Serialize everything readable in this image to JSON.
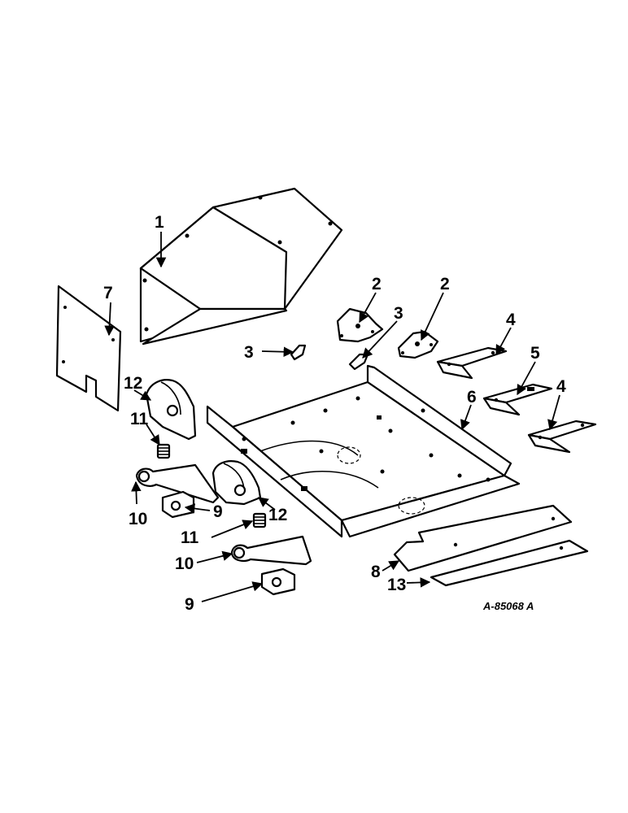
{
  "diagram": {
    "drawing_code": "A-85068 A",
    "callouts": [
      {
        "id": "c1",
        "label": "1"
      },
      {
        "id": "c2a",
        "label": "2"
      },
      {
        "id": "c2b",
        "label": "2"
      },
      {
        "id": "c3a",
        "label": "3"
      },
      {
        "id": "c3b",
        "label": "3"
      },
      {
        "id": "c4a",
        "label": "4"
      },
      {
        "id": "c4b",
        "label": "4"
      },
      {
        "id": "c5",
        "label": "5"
      },
      {
        "id": "c6",
        "label": "6"
      },
      {
        "id": "c7",
        "label": "7"
      },
      {
        "id": "c8",
        "label": "8"
      },
      {
        "id": "c9a",
        "label": "9"
      },
      {
        "id": "c9b",
        "label": "9"
      },
      {
        "id": "c10a",
        "label": "10"
      },
      {
        "id": "c10b",
        "label": "10"
      },
      {
        "id": "c11a",
        "label": "11"
      },
      {
        "id": "c11b",
        "label": "11"
      },
      {
        "id": "c12a",
        "label": "12"
      },
      {
        "id": "c12b",
        "label": "12"
      },
      {
        "id": "c13",
        "label": "13"
      }
    ]
  }
}
